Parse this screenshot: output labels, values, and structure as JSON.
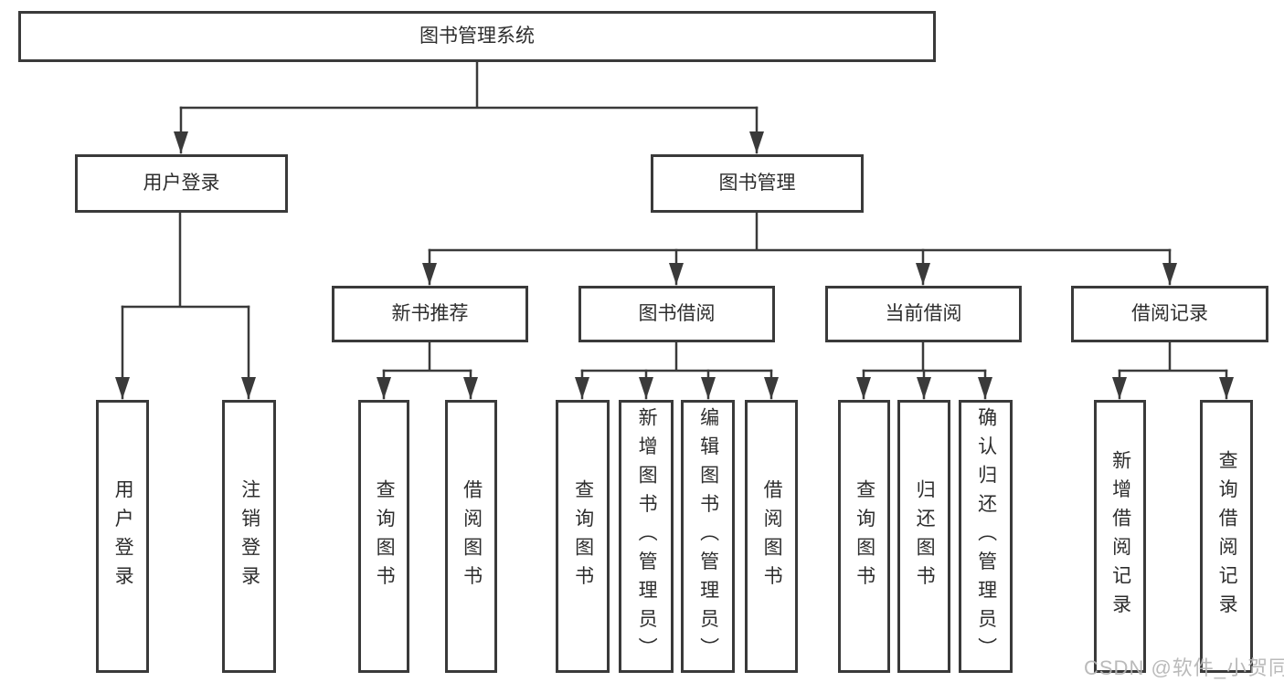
{
  "diagram": {
    "title": "图书管理系统",
    "tree": {
      "label": "图书管理系统",
      "children": [
        {
          "label": "用户登录",
          "children": [
            {
              "label": "用户登录"
            },
            {
              "label": "注销登录"
            }
          ]
        },
        {
          "label": "图书管理",
          "children": [
            {
              "label": "新书推荐",
              "children": [
                {
                  "label": "查询图书"
                },
                {
                  "label": "借阅图书"
                }
              ]
            },
            {
              "label": "图书借阅",
              "children": [
                {
                  "label": "查询图书"
                },
                {
                  "label": "新增图书（管理员）"
                },
                {
                  "label": "编辑图书（管理员）"
                },
                {
                  "label": "借阅图书"
                }
              ]
            },
            {
              "label": "当前借阅",
              "children": [
                {
                  "label": "查询图书"
                },
                {
                  "label": "归还图书"
                },
                {
                  "label": "确认归还（管理员）"
                }
              ]
            },
            {
              "label": "借阅记录",
              "children": [
                {
                  "label": "新增借阅记录"
                },
                {
                  "label": "查询借阅记录"
                }
              ]
            }
          ]
        }
      ]
    },
    "style": {
      "line_color": "#3a3a3a",
      "text_color": "#2d2d2d",
      "box_background": "#ffffff",
      "watermark_color": "#b5b5b5"
    }
  },
  "watermark": {
    "text": "CSDN @软件_小贺同学"
  }
}
